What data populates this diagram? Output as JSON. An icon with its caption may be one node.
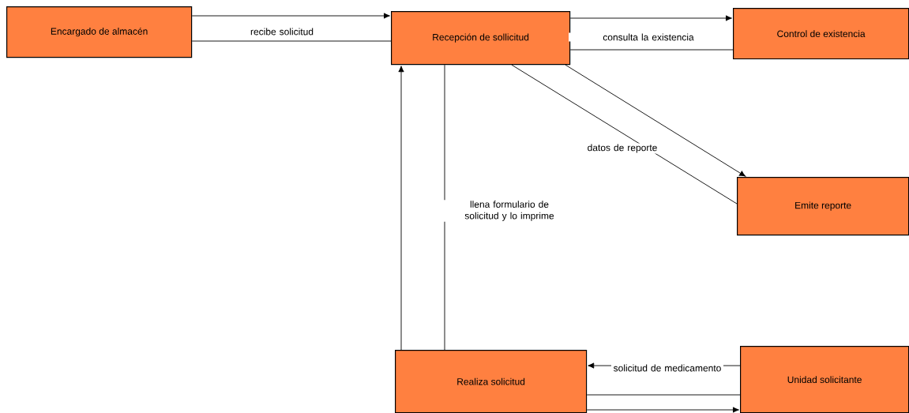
{
  "diagram": {
    "nodes": [
      {
        "text": [
          "Encargado de almacén"
        ]
      },
      {
        "text": [
          "Recepción de sollicitud"
        ]
      },
      {
        "text": [
          "Control de existencia"
        ]
      },
      {
        "text": [
          "Emite reporte"
        ]
      },
      {
        "text": [
          "Realiza solicitud"
        ]
      },
      {
        "text": [
          "Unidad solicitante"
        ]
      }
    ],
    "edges": [
      {
        "from": 0,
        "to": 1,
        "arrow": "to"
      },
      {
        "from": 0,
        "to": 1,
        "arrow": "none",
        "label": "recibe solicitud"
      },
      {
        "from": 1,
        "to": 2,
        "arrow": "to"
      },
      {
        "from": 1,
        "to": 2,
        "arrow": "none",
        "label": "consulta la existencia"
      },
      {
        "from": 1,
        "to": 3,
        "arrow": "to"
      },
      {
        "from": 3,
        "to": 1,
        "arrow": "none",
        "label": "datos de reporte"
      },
      {
        "from": 4,
        "to": 1,
        "arrow": "to"
      },
      {
        "from": 1,
        "to": 4,
        "arrow": "none",
        "label": "llena formulario de solicitud y lo imprime"
      },
      {
        "from": 5,
        "to": 4,
        "arrow": "to",
        "label": "solicitud de medicamento"
      },
      {
        "from": 4,
        "to": 5,
        "arrow": "none"
      },
      {
        "from": 4,
        "to": 5,
        "arrow": "to"
      }
    ]
  }
}
